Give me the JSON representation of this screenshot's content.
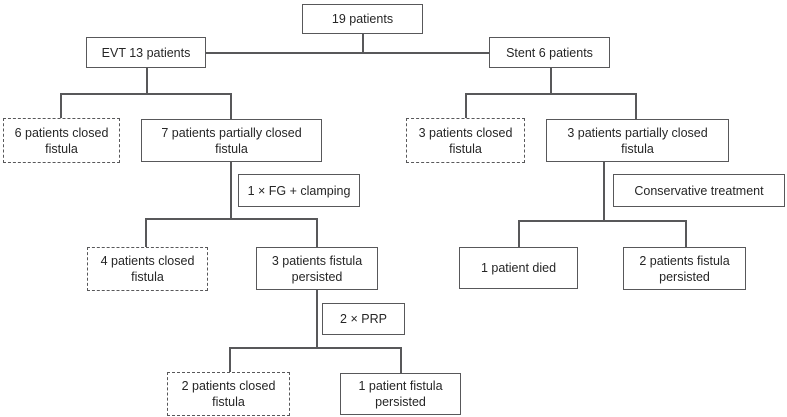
{
  "diagram": {
    "type": "flowchart",
    "colors": {
      "background": "#ffffff",
      "box_border": "#58585a",
      "connector_line": "#58585a",
      "text": "#262626"
    },
    "nodes": {
      "total": {
        "label": "19 patients",
        "style": "solid"
      },
      "evt": {
        "label": "EVT 13 patients",
        "style": "solid"
      },
      "stent": {
        "label": "Stent 6 patients",
        "style": "solid"
      },
      "evt_closed": {
        "label": "6 patients closed fistula",
        "style": "dashed"
      },
      "evt_partial": {
        "label": "7 patients partially closed fistula",
        "style": "solid"
      },
      "stent_closed": {
        "label": "3 patients closed fistula",
        "style": "dashed"
      },
      "stent_partial": {
        "label": "3 patients partially closed fistula",
        "style": "solid"
      },
      "fg_clamping": {
        "label": "1 × FG + clamping",
        "style": "solid"
      },
      "conservative": {
        "label": "Conservative treatment",
        "style": "solid"
      },
      "fg_closed": {
        "label": "4 patients closed fistula",
        "style": "dashed"
      },
      "fg_persisted": {
        "label": "3 patients fistula persisted",
        "style": "solid"
      },
      "died": {
        "label": "1 patient died",
        "style": "solid"
      },
      "stent_persisted": {
        "label": "2 patients fistula persisted",
        "style": "solid"
      },
      "prp": {
        "label": "2 × PRP",
        "style": "solid"
      },
      "prp_closed": {
        "label": "2 patients closed fistula",
        "style": "dashed"
      },
      "prp_persisted": {
        "label": "1 patient fistula persisted",
        "style": "solid"
      }
    },
    "edges": [
      {
        "from": "total",
        "to": "evt"
      },
      {
        "from": "total",
        "to": "stent"
      },
      {
        "from": "evt",
        "to": "evt_closed"
      },
      {
        "from": "evt",
        "to": "evt_partial"
      },
      {
        "from": "stent",
        "to": "stent_closed"
      },
      {
        "from": "stent",
        "to": "stent_partial"
      },
      {
        "from": "evt_partial",
        "via": "fg_clamping",
        "to": "fg_closed"
      },
      {
        "from": "evt_partial",
        "via": "fg_clamping",
        "to": "fg_persisted"
      },
      {
        "from": "stent_partial",
        "via": "conservative",
        "to": "died"
      },
      {
        "from": "stent_partial",
        "via": "conservative",
        "to": "stent_persisted"
      },
      {
        "from": "fg_persisted",
        "via": "prp",
        "to": "prp_closed"
      },
      {
        "from": "fg_persisted",
        "via": "prp",
        "to": "prp_persisted"
      }
    ]
  }
}
